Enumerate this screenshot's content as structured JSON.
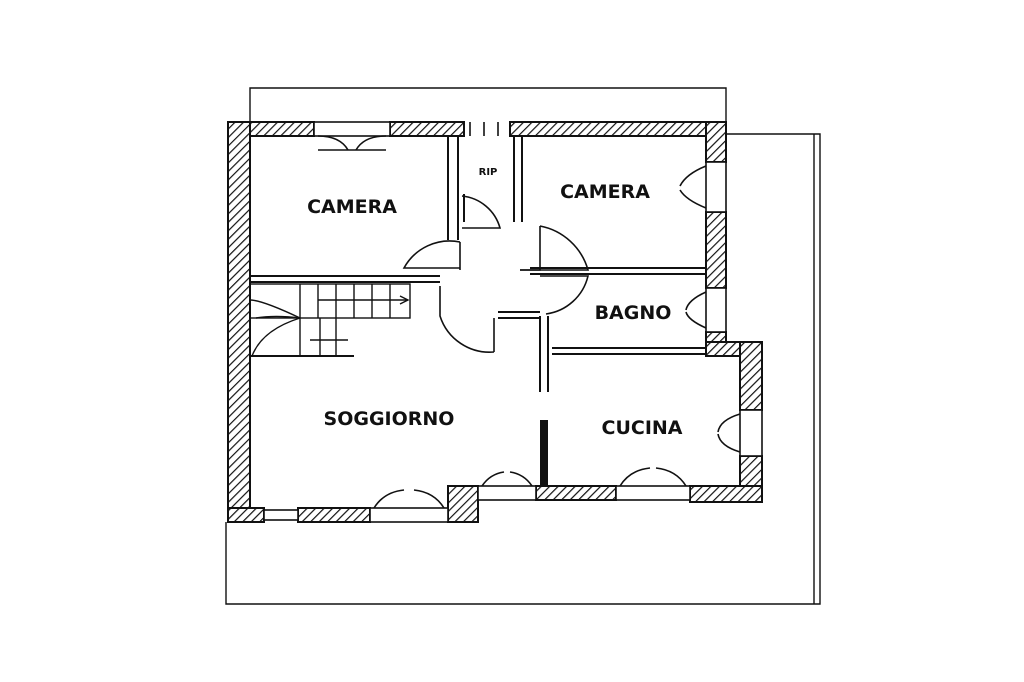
{
  "rooms": {
    "camera_left": "CAMERA",
    "camera_right": "CAMERA",
    "rip": "RIP",
    "bagno": "BAGNO",
    "soggiorno": "SOGGIORNO",
    "cucina": "CUCINA"
  },
  "colors": {
    "ink": "#111111",
    "paper": "#ffffff"
  }
}
